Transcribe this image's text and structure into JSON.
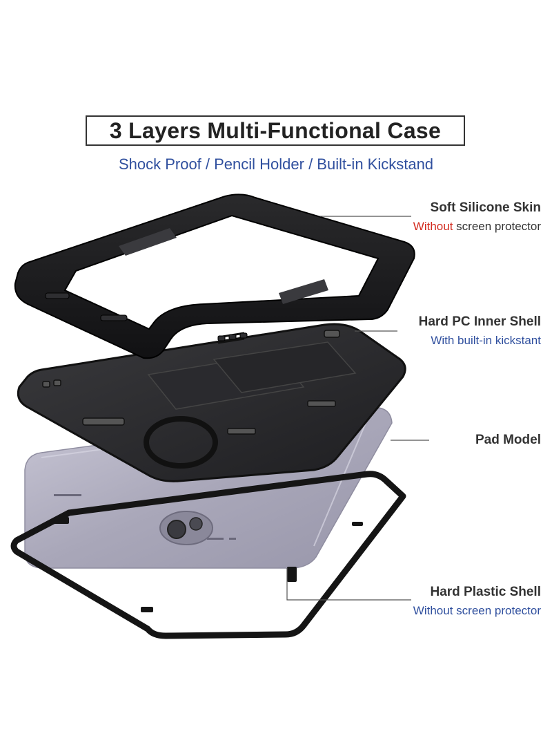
{
  "title": "3 Layers Multi-Functional Case",
  "subtitle": "Shock Proof / Pencil Holder / Built-in Kickstand",
  "layers": {
    "skin": {
      "name": "Soft Silicone Skin",
      "desc_highlight": "Without",
      "desc_rest": " screen protector"
    },
    "inner": {
      "name": "Hard PC Inner Shell",
      "desc": "With built-in kickstant"
    },
    "pad": {
      "name": "Pad Model"
    },
    "plastic": {
      "name": "Hard Plastic Shell",
      "desc": "Without screen protector"
    }
  },
  "colors": {
    "title_text": "#222222",
    "subtitle_text": "#2f4f9e",
    "highlight_red": "#d22a1e",
    "case_black": "#1c1c1e",
    "tablet_silver": "#a8a6b8"
  }
}
